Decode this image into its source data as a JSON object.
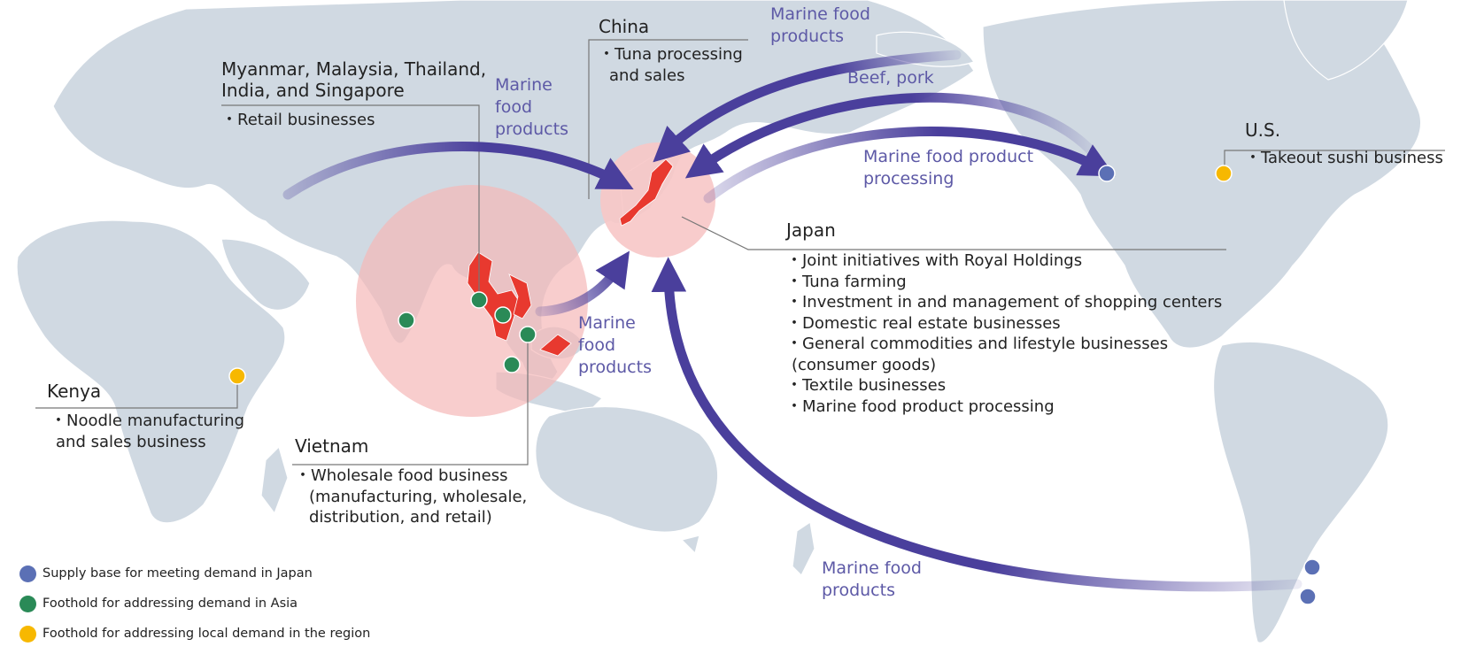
{
  "regions": {
    "myanmar": {
      "name": "Myanmar, Malaysia, Thailand, India, and Singapore",
      "name_line1": "Myanmar, Malaysia, Thailand,",
      "name_line2": "India, and Singapore",
      "items": [
        "・Retail businesses"
      ]
    },
    "china": {
      "name": "China",
      "items": [
        "・Tuna processing",
        "and sales"
      ]
    },
    "us": {
      "name": "U.S.",
      "items": [
        "・Takeout sushi business"
      ]
    },
    "japan": {
      "name": "Japan",
      "items": [
        "・Joint initiatives with Royal Holdings",
        "・Tuna farming",
        "・Investment in and management of shopping centers",
        "・Domestic real estate businesses",
        "・General commodities and lifestyle businesses",
        "(consumer goods)",
        "・Textile businesses",
        "・Marine food product processing"
      ]
    },
    "kenya": {
      "name": "Kenya",
      "items": [
        "・Noodle manufacturing",
        "and sales business"
      ]
    },
    "vietnam": {
      "name": "Vietnam",
      "items": [
        "・Wholesale food business",
        "(manufacturing, wholesale,",
        "distribution, and retail)"
      ]
    }
  },
  "flows": {
    "marine_top": [
      "Marine food",
      "products"
    ],
    "beef_pork": [
      "Beef, pork"
    ],
    "marine_processing": [
      "Marine food product",
      "processing"
    ],
    "marine_asia": [
      "Marine",
      "food",
      "products"
    ],
    "marine_sea": [
      "Marine",
      "food",
      "products"
    ],
    "marine_south": [
      "Marine food",
      "products"
    ]
  },
  "legend": [
    {
      "label": "Supply base for meeting demand in Japan",
      "color": "#5b70b5"
    },
    {
      "label": "Foothold for addressing demand in Asia",
      "color": "#2a8a57"
    },
    {
      "label": "Foothold for addressing local demand in the region",
      "color": "#f7b800"
    }
  ],
  "colors": {
    "land": "#d0d9e2",
    "highlight": "#e8392f",
    "circle": "#f7c7c7",
    "arrow": "#4a3f9c",
    "text": "#5d59a6"
  }
}
